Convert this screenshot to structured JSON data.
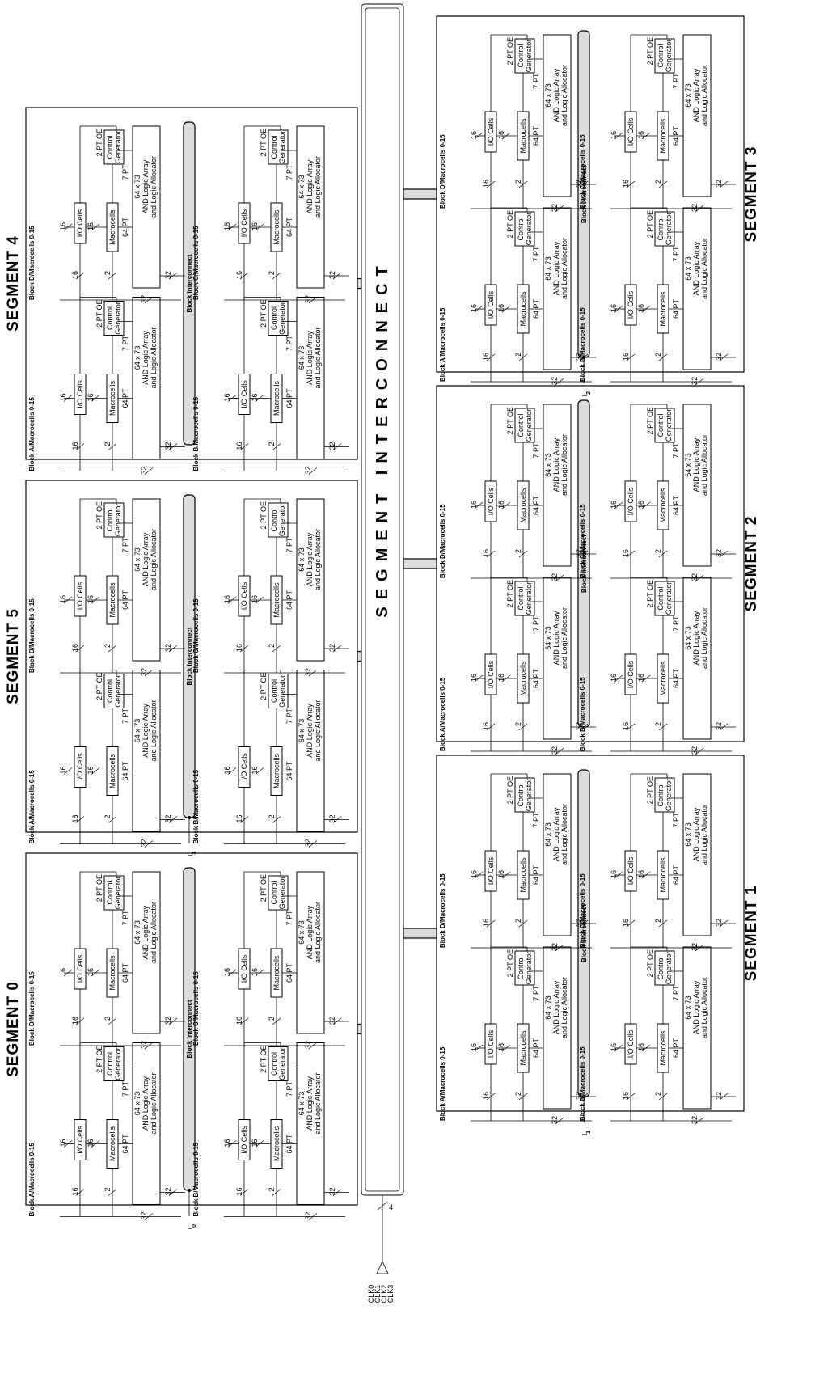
{
  "diagram": {
    "segment_interconnect_title": "SEGMENT INTERCONNECT",
    "clock_inputs": [
      "CLK0",
      "CLK1",
      "CLK2",
      "CLK3"
    ],
    "clock_bus_width": "4",
    "block_interconnect_label": "Block Interconnect",
    "segments": [
      {
        "id": 0,
        "title": "SEGMENT 0",
        "input": "I",
        "input_sub": "0"
      },
      {
        "id": 5,
        "title": "SEGMENT 5",
        "input": "I",
        "input_sub": "3"
      },
      {
        "id": 4,
        "title": "SEGMENT 4",
        "input": "",
        "input_sub": ""
      },
      {
        "id": 3,
        "title": "SEGMENT 3",
        "input": "I",
        "input_sub": "2"
      },
      {
        "id": 2,
        "title": "SEGMENT 2",
        "input": "",
        "input_sub": ""
      },
      {
        "id": 1,
        "title": "SEGMENT 1",
        "input": "I",
        "input_sub": "1"
      }
    ],
    "block_titles": [
      "Block A/Macrocells 0-15",
      "Block D/Macrocells 0-15",
      "Block B/Macrocells 0-15",
      "Block C/Macrocells 0-15"
    ],
    "block_parts": {
      "io_cells": "I/O Cells",
      "macrocells": "Macrocells",
      "control_generator": [
        "Control",
        "Generator"
      ],
      "and_array": [
        "64 x 73",
        "AND Logic Array",
        "and Logic Allocator"
      ],
      "pt_64": "64 PT",
      "pt_7": "7 PT",
      "pt_oe": "2 PT OE",
      "bus_16": "16",
      "bus_32": "32",
      "bus_2": "2"
    }
  }
}
